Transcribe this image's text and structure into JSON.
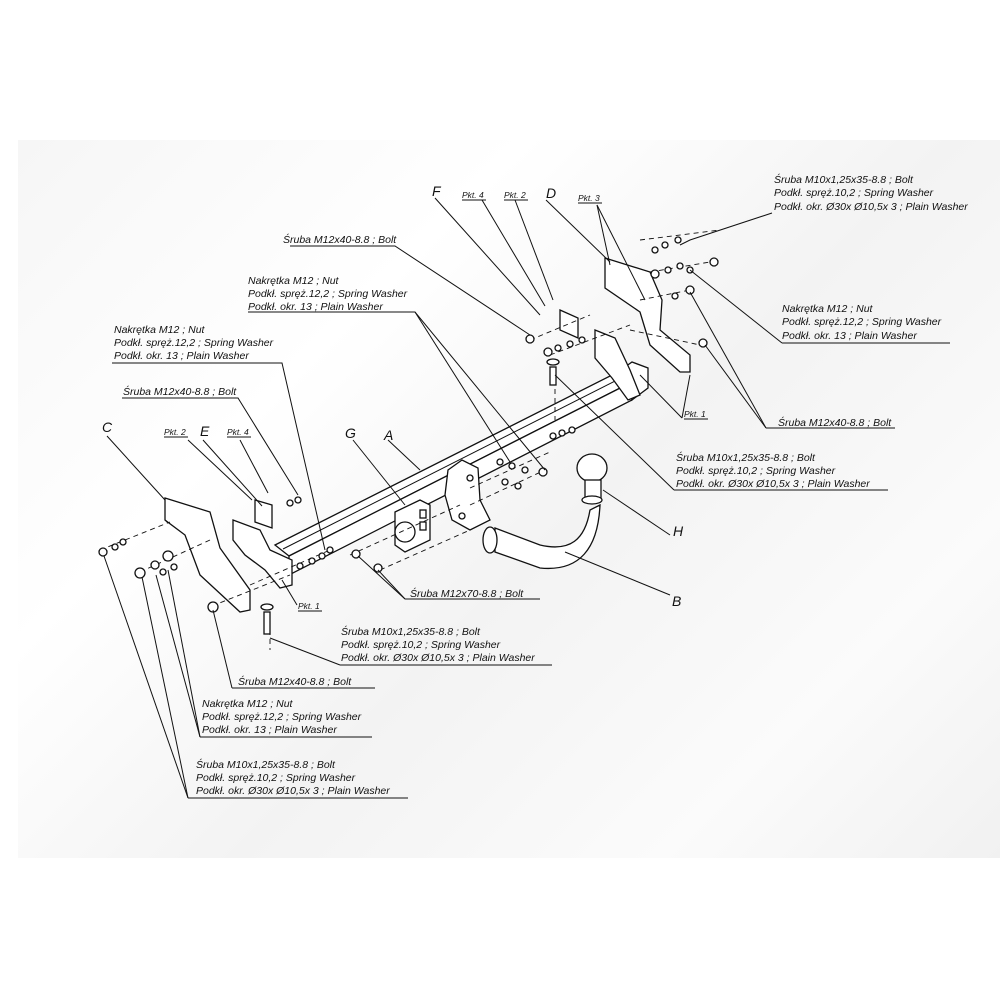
{
  "letters": {
    "A": "A",
    "B": "B",
    "C": "C",
    "D": "D",
    "E": "E",
    "F": "F",
    "G": "G",
    "H": "H"
  },
  "pkt": {
    "p1": "Pkt. 1",
    "p2": "Pkt. 2",
    "p3": "Pkt. 3",
    "p4": "Pkt. 4"
  },
  "callouts": {
    "tr_bolt_set": [
      "Śruba M10x1,25x35-8.8 ;  Bolt",
      "Podkł. spręż.10,2 ; Spring Washer",
      "Podkł. okr.  Ø30x Ø10,5x 3 ; Plain Washer"
    ],
    "top_bolt": "Śruba M12x40-8.8 ;  Bolt",
    "top_nut_set": [
      "Nakrętka  M12 ; Nut",
      "Podkł. spręż.12,2 ; Spring Washer",
      "Podkł. okr. 13 ; Plain Washer"
    ],
    "left_nut_set": [
      "Nakrętka  M12 ; Nut",
      "Podkł. spręż.12,2 ; Spring Washer",
      "Podkł. okr. 13 ; Plain Washer"
    ],
    "left_bolt": "Śruba M12x40-8.8 ;  Bolt",
    "right_nut_set": [
      "Nakrętka  M12 ; Nut",
      "Podkł. spręż.12,2 ; Spring Washer",
      "Podkł. okr. 13 ; Plain Washer"
    ],
    "right_bolt": "Śruba M12x40-8.8 ;  Bolt",
    "mid_right_bolt_set": [
      "Śruba M10x1,25x35-8.8 ;  Bolt",
      "Podkł. spręż.10,2 ; Spring Washer",
      "Podkł. okr.  Ø30x Ø10,5x 3 ; Plain Washer"
    ],
    "center_bolt_m70": "Śruba M12x70-8.8 ;  Bolt",
    "center_bolt_set": [
      "Śruba M10x1,25x35-8.8 ;  Bolt",
      "Podkł. spręż.10,2 ; Spring Washer",
      "Podkł. okr.  Ø30x Ø10,5x 3 ; Plain Washer"
    ],
    "bottom_bolt": "Śruba M12x40-8.8 ;  Bolt",
    "bottom_nut_set": [
      "Nakrętka  M12 ; Nut",
      "Podkł. spręż.12,2 ; Spring Washer",
      "Podkł. okr. 13 ; Plain Washer"
    ],
    "bottom_bolt_set": [
      "Śruba M10x1,25x35-8.8 ;  Bolt",
      "Podkł. spręż.10,2 ; Spring Washer",
      "Podkł. okr.  Ø30x Ø10,5x 3 ; Plain Washer"
    ]
  }
}
